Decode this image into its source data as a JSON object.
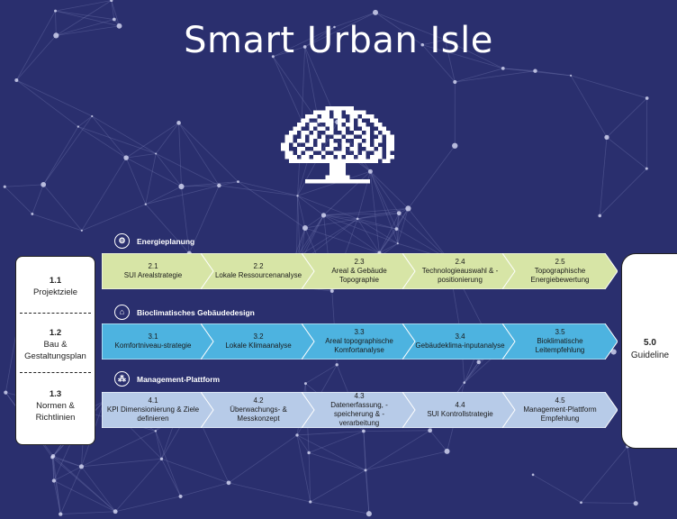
{
  "title": "Smart Urban Isle",
  "colors": {
    "background": "#2a2f6e",
    "row1": "#d7e5a6",
    "row2": "#4db3e0",
    "row3": "#b7cbe8"
  },
  "left_panel": [
    {
      "num": "1.1",
      "label": "Projektziele"
    },
    {
      "num": "1.2",
      "label": "Bau & Gestaltungsplan"
    },
    {
      "num": "1.3",
      "label": "Normen & Richtlinien"
    }
  ],
  "right_panel": {
    "num": "5.0",
    "label": "Guideline"
  },
  "rows": [
    {
      "heading": "Energieplanung",
      "icon": "energy-icon",
      "steps": [
        {
          "num": "2.1",
          "label": "SUI Arealstrategie"
        },
        {
          "num": "2.2",
          "label": "Lokale Ressourcenanalyse"
        },
        {
          "num": "2.3",
          "label": "Areal & Gebäude Topographie"
        },
        {
          "num": "2.4",
          "label": "Technologieauswahl & -positionierung"
        },
        {
          "num": "2.5",
          "label": "Topographische Energiebewertung"
        }
      ]
    },
    {
      "heading": "Bioclimatisches Gebäudedesign",
      "icon": "building-icon",
      "steps": [
        {
          "num": "3.1",
          "label": "Komfortniveau-strategie"
        },
        {
          "num": "3.2",
          "label": "Lokale Klimaanalyse"
        },
        {
          "num": "3.3",
          "label": "Areal topographische Komfortanalyse"
        },
        {
          "num": "3.4",
          "label": "Gebäudeklima-inputanalyse"
        },
        {
          "num": "3.5",
          "label": "Bioklimatische Leitempfehlung"
        }
      ]
    },
    {
      "heading": "Management-Plattform",
      "icon": "network-icon",
      "steps": [
        {
          "num": "4.1",
          "label": "KPI Dimensionierung & Ziele definieren"
        },
        {
          "num": "4.2",
          "label": "Überwachungs- & Messkonzept"
        },
        {
          "num": "4.3",
          "label": "Datenerfassung, -speicherung & -verarbeitung"
        },
        {
          "num": "4.4",
          "label": "SUI Kontrollstrategie"
        },
        {
          "num": "4.5",
          "label": "Management-Plattform Empfehlung"
        }
      ]
    }
  ]
}
